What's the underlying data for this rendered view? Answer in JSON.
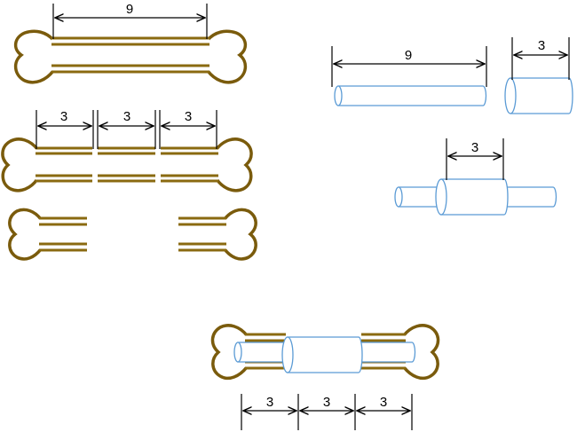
{
  "colors": {
    "bone": "#7a5b0c",
    "tube": "#5b9bd5",
    "dimension": "#000000"
  },
  "labels": {
    "full_length": "9",
    "segment": "3",
    "tube_full_length": "9",
    "tube_short_length": "3",
    "assembled_sleeve": "3",
    "final_left": "3",
    "final_middle": "3",
    "final_right": "3",
    "cut_left": "3",
    "cut_middle": "3",
    "cut_right": "3"
  }
}
